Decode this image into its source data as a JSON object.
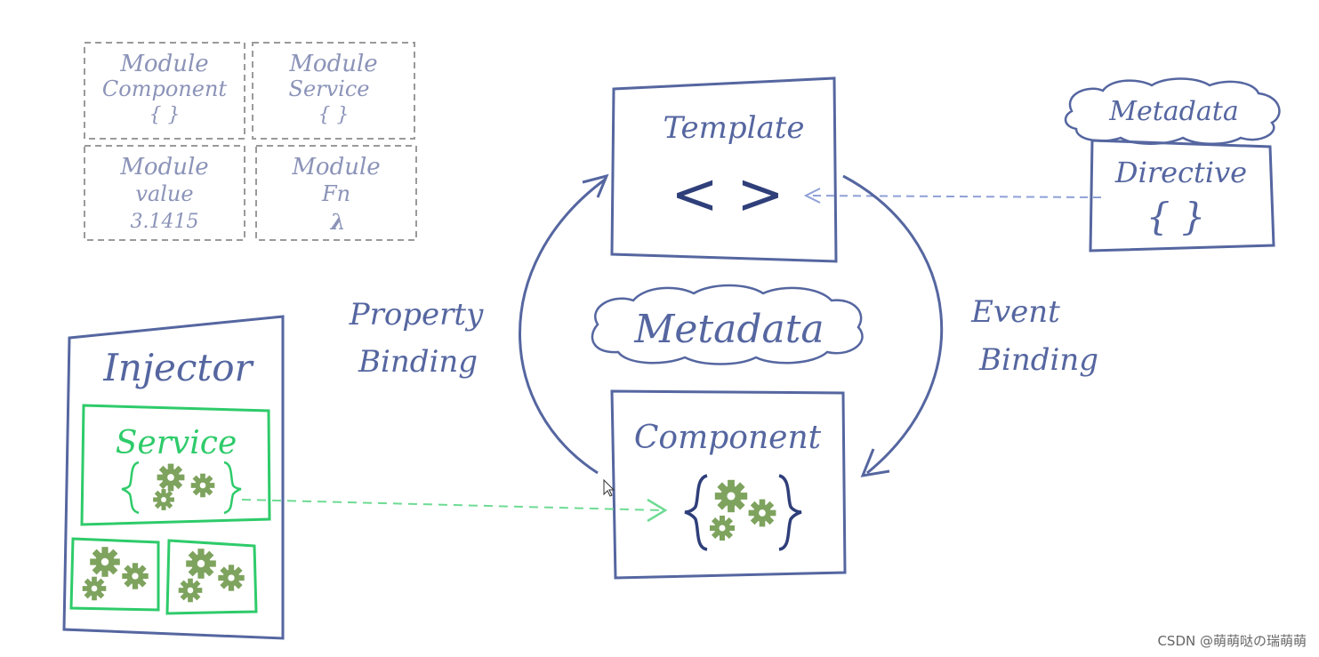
{
  "modules": [
    {
      "title": "Module",
      "subtitle": "Component",
      "value": "{ }"
    },
    {
      "title": "Module",
      "subtitle": "Service",
      "value": "{ }"
    },
    {
      "title": "Module",
      "subtitle": "value",
      "value": "3.1415"
    },
    {
      "title": "Module",
      "subtitle": "Fn",
      "value": "λ"
    }
  ],
  "template": {
    "label": "Template",
    "symbol": "< >"
  },
  "center_metadata": "Metadata",
  "directive": {
    "metadata": "Metadata",
    "label": "Directive",
    "braces": "{ }"
  },
  "component": {
    "label": "Component"
  },
  "injector": {
    "label": "Injector",
    "service_label": "Service"
  },
  "bindings": {
    "property": [
      "Property",
      "Binding"
    ],
    "event": [
      "Event",
      "Binding"
    ]
  },
  "watermark": "CSDN @萌萌哒の瑞萌萌",
  "colors": {
    "blue": "#5566a0",
    "dark_blue": "#2f3f7a",
    "green": "#2ecb6a",
    "gear": "#7ea35e",
    "dash_grey": "#9a9a9a",
    "dashed_blue": "#8fa0d6"
  }
}
